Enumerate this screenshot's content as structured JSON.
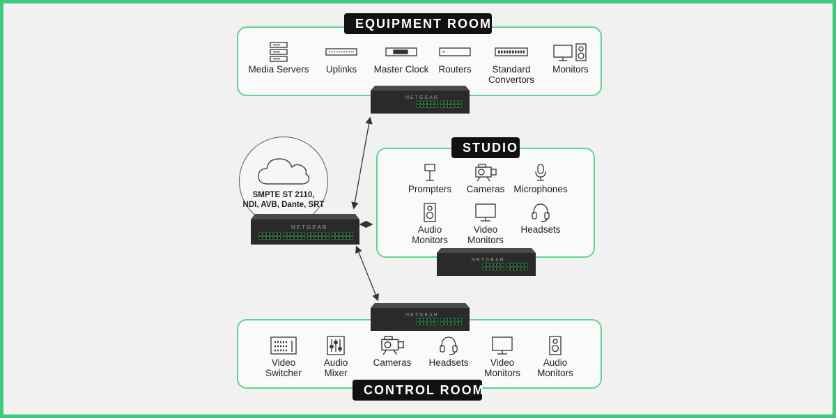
{
  "equipment_room": {
    "title": "EQUIPMENT ROOM",
    "items": [
      {
        "label": "Media Servers",
        "icon": "server-rack-icon"
      },
      {
        "label": "Uplinks",
        "icon": "uplink-icon"
      },
      {
        "label": "Master Clock",
        "icon": "master-clock-icon"
      },
      {
        "label": "Routers",
        "icon": "router-icon"
      },
      {
        "label": "Standard\nConvertors",
        "icon": "convertor-icon"
      },
      {
        "label": "Monitors",
        "icon": "monitor-speaker-icon"
      }
    ]
  },
  "studio": {
    "title": "STUDIO",
    "items": [
      {
        "label": "Prompters",
        "icon": "prompter-icon"
      },
      {
        "label": "Cameras",
        "icon": "camera-icon"
      },
      {
        "label": "Microphones",
        "icon": "microphone-icon"
      },
      {
        "label": "Audio\nMonitors",
        "icon": "speaker-icon"
      },
      {
        "label": "Video\nMonitors",
        "icon": "monitor-icon"
      },
      {
        "label": "Headsets",
        "icon": "headset-icon"
      }
    ]
  },
  "control_room": {
    "title": "CONTROL ROOM",
    "items": [
      {
        "label": "Video\nSwitcher",
        "icon": "video-switcher-icon"
      },
      {
        "label": "Audio\nMixer",
        "icon": "audio-mixer-icon"
      },
      {
        "label": "Cameras",
        "icon": "camera-icon"
      },
      {
        "label": "Headsets",
        "icon": "headset-icon"
      },
      {
        "label": "Video\nMonitors",
        "icon": "monitor-icon"
      },
      {
        "label": "Audio\nMonitors",
        "icon": "speaker-icon"
      }
    ]
  },
  "core": {
    "cloud_text": "SMPTE ST 2110,\nNDI, AVB, Dante, SRT",
    "switch_brand": "NETGEAR"
  },
  "colors": {
    "accent_green": "#3ec97e",
    "panel_border": "#5fd38f",
    "tag_bg": "#111111",
    "switch_body": "#2b2b2b",
    "port_green": "#3fa35c"
  }
}
